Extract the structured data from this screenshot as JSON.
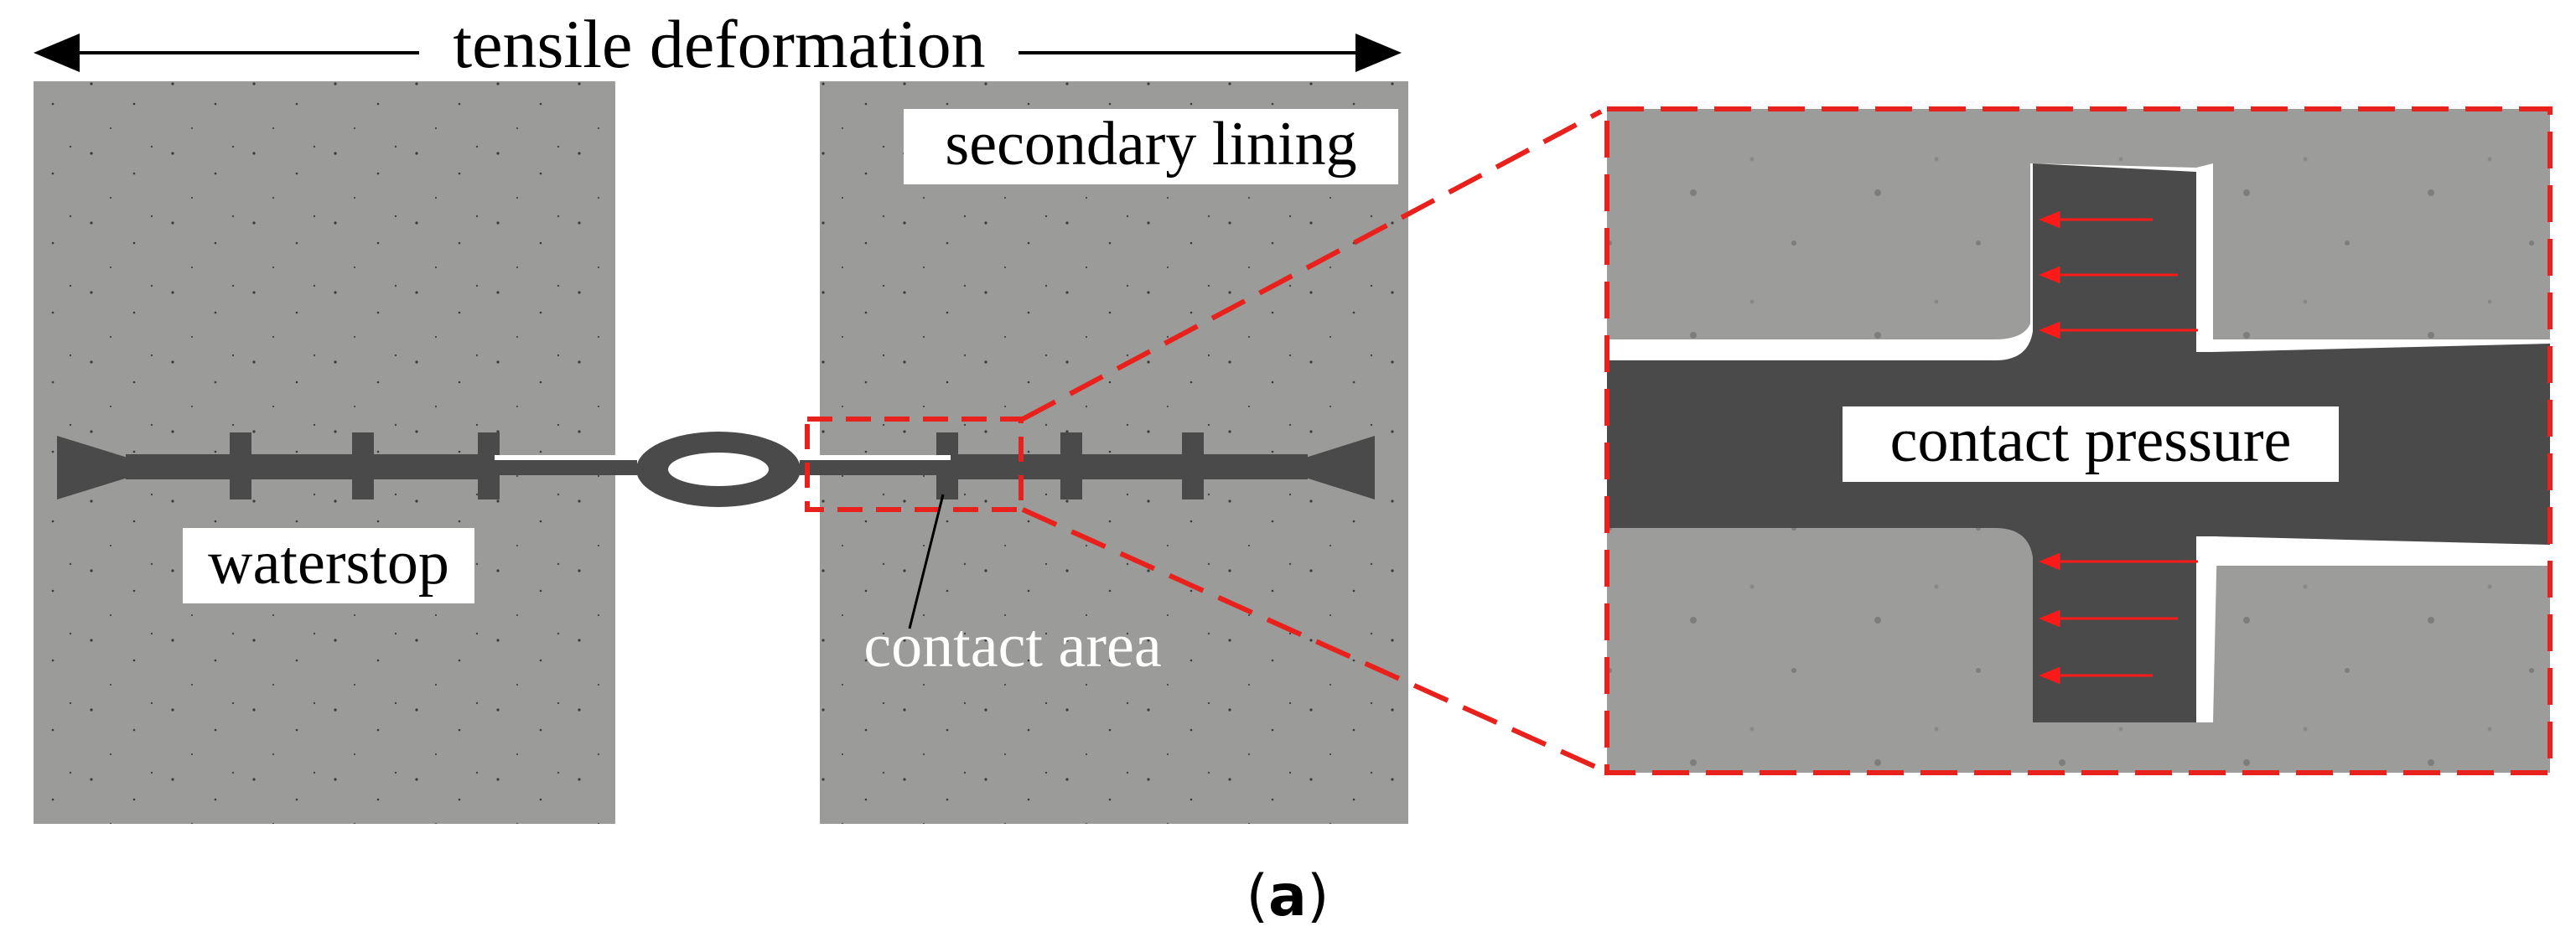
{
  "labels": {
    "top_arrow": "tensile deformation",
    "secondary_lining": "secondary lining",
    "waterstop": "waterstop",
    "contact_area": "contact area",
    "contact_pressure": "contact pressure",
    "panel": "(a)"
  },
  "colors": {
    "concrete": "#9b9b99",
    "waterstop": "#4a4a4a",
    "highlight": "#e8211c",
    "pressure_arrow": "#ff1a1a",
    "label_bg": "#ffffff",
    "text": "#000000",
    "contact_area_text": "#ffffff"
  },
  "icons": {
    "pressure_arrows": "left-arrow-icon"
  }
}
